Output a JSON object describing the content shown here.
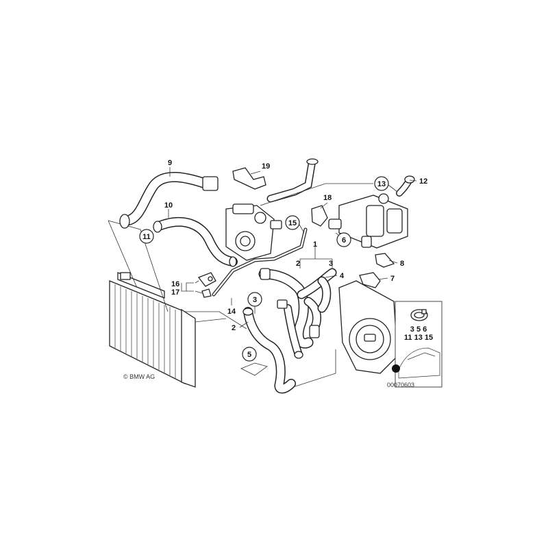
{
  "callouts": {
    "c1": "1",
    "c2a": "2",
    "c2b": "2",
    "c3a": "3",
    "c3b": "3",
    "c4": "4",
    "c5": "5",
    "c6": "6",
    "c7": "7",
    "c8": "8",
    "c9": "9",
    "c10": "10",
    "c11": "11",
    "c12": "12",
    "c13": "13",
    "c14": "14",
    "c15": "15",
    "c16": "16",
    "c17": "17",
    "c18": "18",
    "c19": "19"
  },
  "inset": {
    "row1": "3   5   6",
    "row2": "11  13  15"
  },
  "copyright": "© BMW AG",
  "diagram_id": "00070603"
}
